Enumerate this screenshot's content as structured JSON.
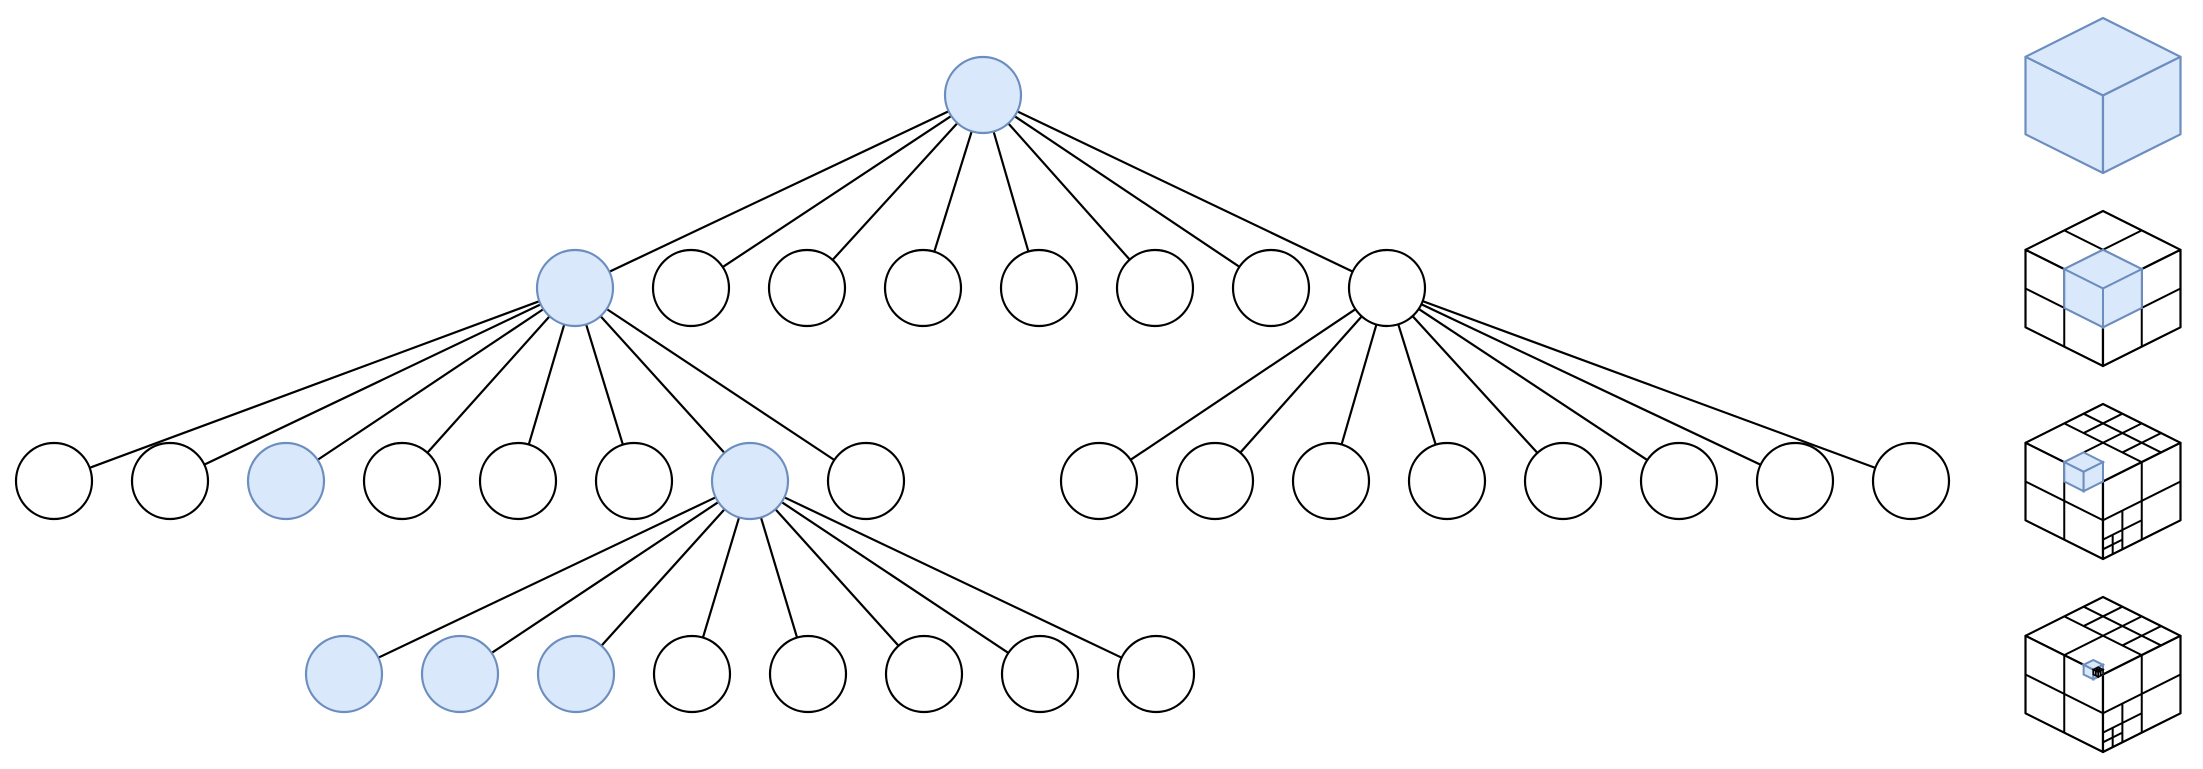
{
  "colors": {
    "highlight_fill": "#dae8fc",
    "highlight_stroke": "#6c8ebf",
    "plain_fill": "#ffffff",
    "line": "#000000"
  },
  "tree": {
    "levels": [
      {
        "count": 1,
        "highlighted": [
          0
        ]
      },
      {
        "count": 8,
        "highlighted": [
          0
        ]
      },
      {
        "count": 16,
        "highlighted": [
          2,
          6
        ]
      },
      {
        "count": 8,
        "highlighted": [
          0,
          1,
          2
        ]
      }
    ],
    "expansions": [
      {
        "level": 0,
        "node": 0,
        "children": [
          0,
          1,
          2,
          3,
          4,
          5,
          6,
          7
        ]
      },
      {
        "level": 1,
        "node": 0,
        "children": [
          0,
          1,
          2,
          3,
          4,
          5,
          6,
          7
        ]
      },
      {
        "level": 1,
        "node": 7,
        "children": [
          8,
          9,
          10,
          11,
          12,
          13,
          14,
          15
        ]
      },
      {
        "level": 2,
        "node": 6,
        "children": [
          0,
          1,
          2,
          3,
          4,
          5,
          6,
          7
        ]
      }
    ]
  },
  "octree_cubes": [
    {
      "subdivision_depth": 0,
      "highlighted_cell_depth": 0
    },
    {
      "subdivision_depth": 1,
      "highlighted_cell_depth": 1
    },
    {
      "subdivision_depth": 2,
      "highlighted_cell_depth": 2
    },
    {
      "subdivision_depth": 3,
      "highlighted_cell_depth": 3
    }
  ]
}
